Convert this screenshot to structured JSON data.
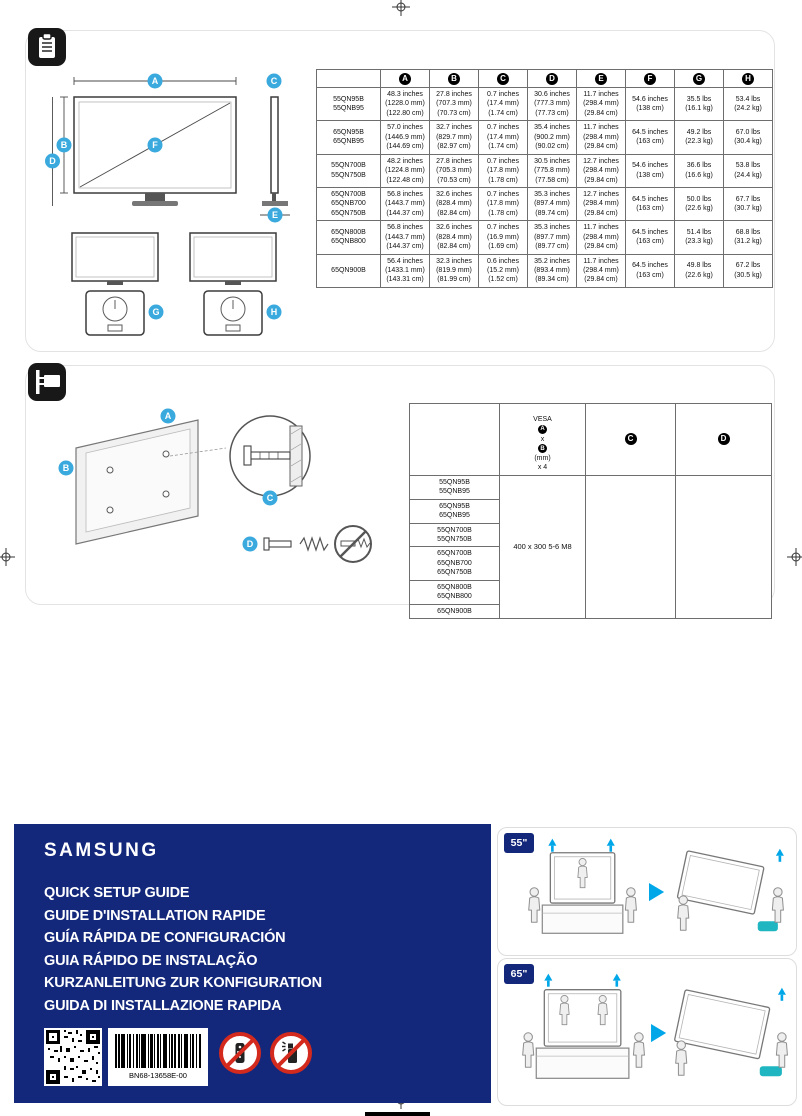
{
  "colors": {
    "brand_blue": "#13277b",
    "accent_cyan": "#3aa9dd",
    "arrow_blue": "#00a7e8",
    "prohibition_red": "#d42a1e",
    "teal_pad": "#1fb6c1",
    "header_circle_black": "#000000"
  },
  "icons": {
    "section1": "spec-clipboard-icon",
    "section2": "wall-mount-icon",
    "between_scenes": "play-arrow-icon",
    "prohibition1": "no-remote-icon",
    "prohibition2": "no-spray-icon",
    "qr": "qr-code",
    "barcode": "barcode"
  },
  "dimensions_section": {
    "diagram_labels": {
      "a": "A",
      "b": "B",
      "c": "C",
      "d": "D",
      "e": "E",
      "f": "F",
      "g": "G",
      "h": "H"
    },
    "table": {
      "col_headers": [
        "A",
        "B",
        "C",
        "D",
        "E",
        "F",
        "G",
        "H"
      ],
      "rows": [
        {
          "model": "55QN95B\n55QNB95",
          "a": "48.3 inches\n(1228.0 mm)\n(122.80 cm)",
          "b": "27.8 inches\n(707.3 mm)\n(70.73 cm)",
          "c": "0.7 inches\n(17.4 mm)\n(1.74 cm)",
          "d": "30.6 inches\n(777.3 mm)\n(77.73 cm)",
          "e": "11.7 inches\n(298.4 mm)\n(29.84 cm)",
          "f": "54.6 inches\n(138 cm)",
          "g": "35.5 lbs\n(16.1 kg)",
          "h": "53.4 lbs\n(24.2 kg)"
        },
        {
          "model": "65QN95B\n65QNB95",
          "a": "57.0 inches\n(1446.9 mm)\n(144.69 cm)",
          "b": "32.7 inches\n(829.7 mm)\n(82.97 cm)",
          "c": "0.7 inches\n(17.4 mm)\n(1.74 cm)",
          "d": "35.4 inches\n(900.2 mm)\n(90.02 cm)",
          "e": "11.7 inches\n(298.4 mm)\n(29.84 cm)",
          "f": "64.5 inches\n(163 cm)",
          "g": "49.2 lbs\n(22.3 kg)",
          "h": "67.0 lbs\n(30.4 kg)"
        },
        {
          "model": "55QN700B\n55QN750B",
          "a": "48.2 inches\n(1224.8 mm)\n(122.48 cm)",
          "b": "27.8 inches\n(705.3 mm)\n(70.53 cm)",
          "c": "0.7 inches\n(17.8 mm)\n(1.78 cm)",
          "d": "30.5 inches\n(775.8 mm)\n(77.58 cm)",
          "e": "12.7 inches\n(298.4 mm)\n(29.84 cm)",
          "f": "54.6 inches\n(138 cm)",
          "g": "36.6 lbs\n(16.6 kg)",
          "h": "53.8 lbs\n(24.4 kg)"
        },
        {
          "model": "65QN700B\n65QNB700\n65QN750B",
          "a": "56.8 inches\n(1443.7 mm)\n(144.37 cm)",
          "b": "32.6 inches\n(828.4 mm)\n(82.84 cm)",
          "c": "0.7 inches\n(17.8 mm)\n(1.78 cm)",
          "d": "35.3 inches\n(897.4 mm)\n(89.74 cm)",
          "e": "12.7 inches\n(298.4 mm)\n(29.84 cm)",
          "f": "64.5 inches\n(163 cm)",
          "g": "50.0 lbs\n(22.6 kg)",
          "h": "67.7 lbs\n(30.7 kg)"
        },
        {
          "model": "65QN800B\n65QNB800",
          "a": "56.8 inches\n(1443.7 mm)\n(144.37 cm)",
          "b": "32.6 inches\n(828.4 mm)\n(82.84 cm)",
          "c": "0.7 inches\n(16.9 mm)\n(1.69 cm)",
          "d": "35.3 inches\n(897.7 mm)\n(89.77 cm)",
          "e": "11.7 inches\n(298.4 mm)\n(29.84 cm)",
          "f": "64.5 inches\n(163 cm)",
          "g": "51.4 lbs\n(23.3 kg)",
          "h": "68.8 lbs\n(31.2 kg)"
        },
        {
          "model": "65QN900B",
          "a": "56.4 inches\n(1433.1 mm)\n(143.31 cm)",
          "b": "32.3 inches\n(819.9 mm)\n(81.99 cm)",
          "c": "0.6 inches\n(15.2 mm)\n(1.52 cm)",
          "d": "35.2 inches\n(893.4 mm)\n(89.34 cm)",
          "e": "11.7 inches\n(298.4 mm)\n(29.84 cm)",
          "f": "64.5 inches\n(163 cm)",
          "g": "49.8 lbs\n(22.6 kg)",
          "h": "67.2 lbs\n(30.5 kg)"
        }
      ]
    }
  },
  "vesa_section": {
    "diagram_labels": {
      "a": "A",
      "b": "B",
      "c": "C",
      "d": "D"
    },
    "table": {
      "header": {
        "vesa_prefix": "VESA",
        "a": "A",
        "times": "x",
        "b": "B",
        "suffix": "(mm)",
        "count": "x 4",
        "c": "C",
        "d": "D"
      },
      "models": [
        "55QN95B\n55QNB95",
        "65QN95B\n65QNB95",
        "55QN700B\n55QN750B",
        "65QN700B\n65QNB700\n65QN750B",
        "65QN800B\n65QNB800",
        "65QN900B"
      ],
      "spec": "400 x 300 5-6 M8"
    }
  },
  "branding": {
    "logo": "SAMSUNG",
    "titles": [
      "QUICK SETUP GUIDE",
      "GUIDE D'INSTALLATION RAPIDE",
      "GUÍA RÁPIDA DE CONFIGURACIÓN",
      "GUIA RÁPIDO DE INSTALAÇÃO",
      "KURZANLEITUNG ZUR KONFIGURATION",
      "GUIDA DI INSTALLAZIONE RAPIDA"
    ],
    "barcode_text": "BN68-13658E-00"
  },
  "lift_panels": [
    {
      "size_label": "55\""
    },
    {
      "size_label": "65\""
    }
  ]
}
